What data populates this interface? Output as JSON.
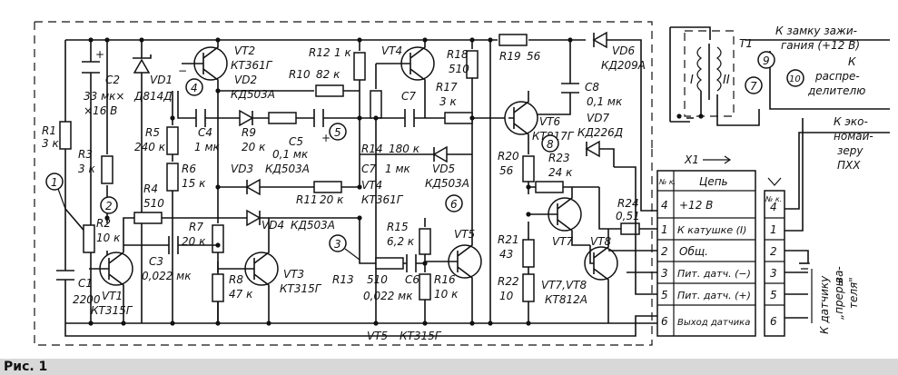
{
  "figure": {
    "caption": "Рис. 1"
  },
  "components": {
    "C2": [
      "C2",
      "33 мк×",
      "×16 В"
    ],
    "VD1": [
      "VD1",
      "Д814Д"
    ],
    "R1": [
      "R1",
      "3 к"
    ],
    "R3": [
      "R3",
      "3 к"
    ],
    "R2": [
      "R2",
      "10 к"
    ],
    "C1": [
      "C1",
      "2200"
    ],
    "VT1": [
      "VT1",
      "КТ315Г"
    ],
    "R4": [
      "R4",
      "510"
    ],
    "VT2": [
      "VT2",
      "КТ361Г"
    ],
    "C4": [
      "C4",
      "1 мк"
    ],
    "R5": [
      "R5",
      "240 к"
    ],
    "R6": [
      "R6",
      "15 к"
    ],
    "VD2": [
      "VD2",
      "КД503А"
    ],
    "R9": [
      "R9",
      "20 к"
    ],
    "R10": [
      "R10",
      "82 к"
    ],
    "R12": [
      "R12",
      "1 к"
    ],
    "C5": [
      "C5",
      "0,1 мк"
    ],
    "VD3": [
      "VD3",
      "КД503А"
    ],
    "R11": [
      "R11",
      "20 к"
    ],
    "R7": [
      "R7",
      "20 к"
    ],
    "C3": [
      "C3",
      "0,022 мк"
    ],
    "VD4": [
      "VD4",
      "КД503А"
    ],
    "R8": [
      "R8",
      "47 к"
    ],
    "VT3": [
      "VT3",
      "КТ315Г"
    ],
    "VT4": [
      "VT4",
      "КТ361Г"
    ],
    "R14": [
      "R14",
      "180 к"
    ],
    "C7": [
      "C7",
      "1 мк"
    ],
    "R13": [
      "R13",
      "510"
    ],
    "C6": [
      "C6",
      "0,022 мк"
    ],
    "R15": [
      "R15",
      "6,2 к"
    ],
    "R16": [
      "R16",
      "10 к"
    ],
    "VT5": [
      "VT5",
      "КТ315Г"
    ],
    "VD5": [
      "VD5",
      "КД503А"
    ],
    "R18": [
      "R18",
      "510"
    ],
    "R17": [
      "R17",
      "3 к"
    ],
    "R19": [
      "R19",
      "56"
    ],
    "VD6": [
      "VD6",
      "КД209А"
    ],
    "C8": [
      "C8",
      "0,1 мк"
    ],
    "VT6": [
      "VT6",
      "КТ817Г"
    ],
    "VD7": [
      "VD7",
      "КД226Д"
    ],
    "R20": [
      "R20",
      "56"
    ],
    "R23": [
      "R23",
      "24 к"
    ],
    "R21": [
      "R21",
      "43"
    ],
    "R22": [
      "R22",
      "10"
    ],
    "R24": [
      "R24",
      "0,51"
    ],
    "VT7": [
      "VT7"
    ],
    "VT8": [
      "VT8"
    ],
    "VT78": [
      "VT7,VT8",
      "КТ812А"
    ],
    "T1": [
      "T1"
    ]
  },
  "nodes": [
    "1",
    "2",
    "3",
    "4",
    "5",
    "6",
    "7",
    "8",
    "9",
    "10"
  ],
  "coil_labels": [
    "I",
    "II"
  ],
  "connector": {
    "title": "X1",
    "header_no": "№ к.",
    "header_circuit": "Цепь",
    "rows": [
      {
        "no": "4",
        "circuit": "+12 В"
      },
      {
        "no": "1",
        "circuit": "К катушке (I)"
      },
      {
        "no": "2",
        "circuit": "Общ."
      },
      {
        "no": "3",
        "circuit": "Пит. датч. (−)"
      },
      {
        "no": "5",
        "circuit": "Пит. датч. (+)"
      },
      {
        "no": "6",
        "circuit": "Выход датчика"
      }
    ],
    "mate_pins": [
      "4",
      "1",
      "2",
      "3",
      "5",
      "6"
    ]
  },
  "external_labels": {
    "ignition": [
      "К замку зажи-",
      "гания (+12 В)"
    ],
    "distributor": [
      "К",
      "распре-",
      "делителю"
    ],
    "economizer": [
      "К эко-",
      "номай-",
      "зеру",
      "ПХХ"
    ],
    "sensor": [
      "К датчику",
      "„преры",
      "ва-",
      "теля\""
    ]
  },
  "polarity": [
    "+",
    "−",
    "+",
    "+"
  ]
}
